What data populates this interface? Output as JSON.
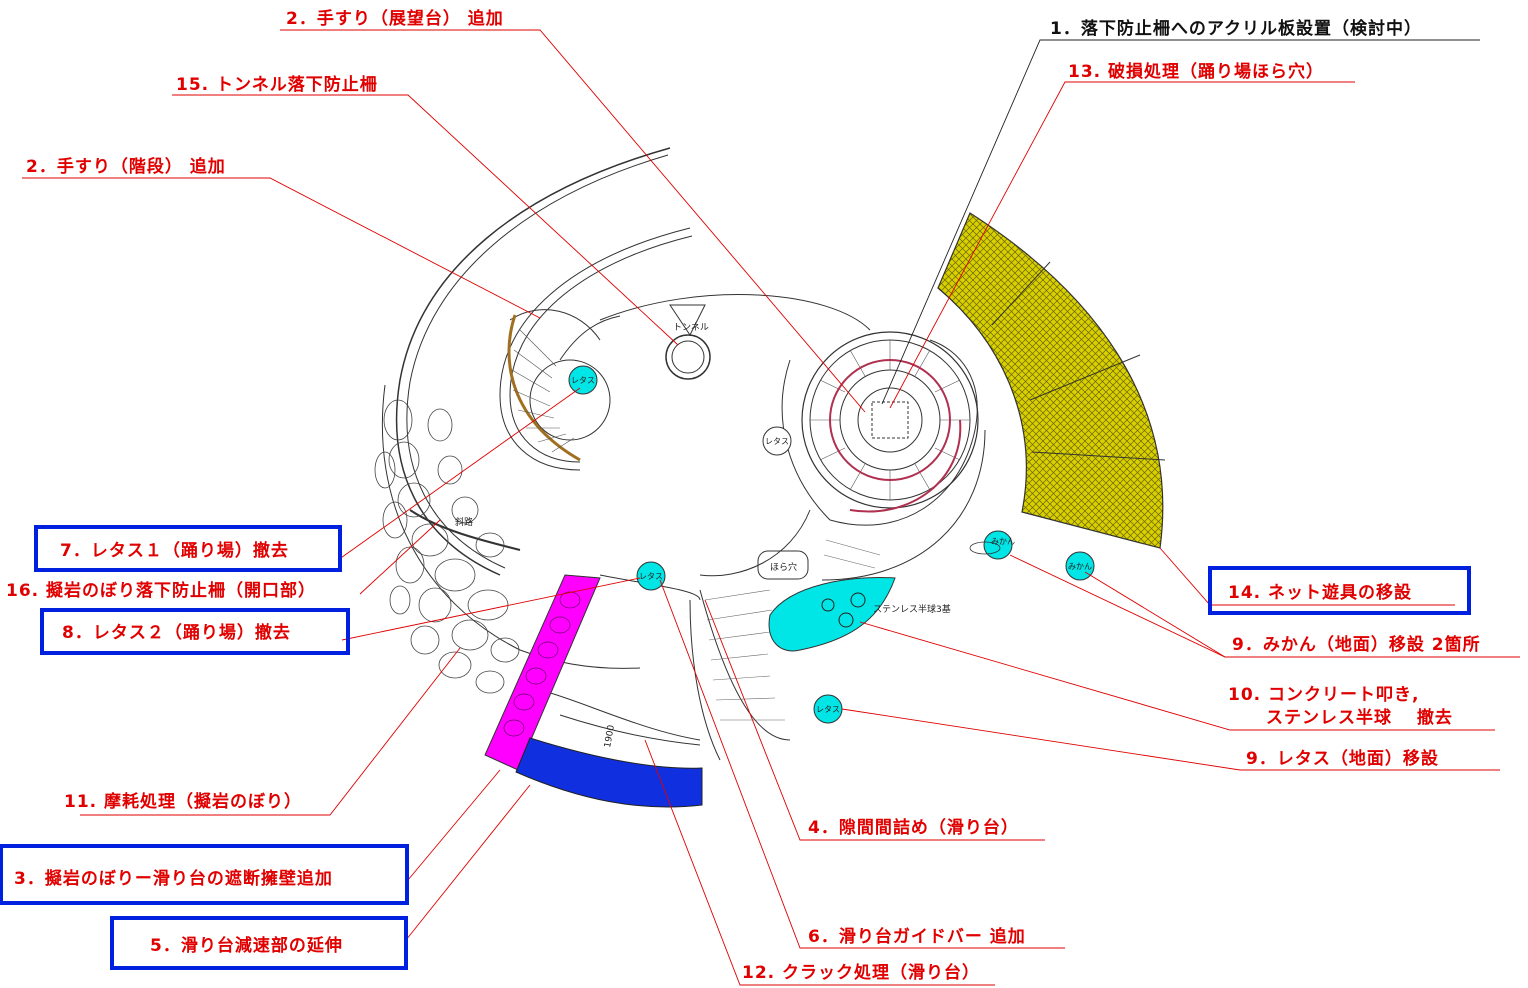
{
  "labels": {
    "l1": "1．落下防止柵へのアクリル板設置（検討中）",
    "l2a": "2．手すり（展望台） 追加",
    "l2b": "2．手すり（階段） 追加",
    "l3": "3．擬岩のぼりー滑り台の遮断擁壁追加",
    "l4": "4．隙間間詰め（滑り台）",
    "l5": "5．滑り台減速部の延伸",
    "l6": "6．滑り台ガイドバー 追加",
    "l7": "7．レタス１（踊り場）撤去",
    "l8": "8．レタス２（踊り場）撤去",
    "l9a": "9．みかん（地面）移設 2箇所",
    "l9b": "9．レタス（地面）移設",
    "l10a": "10. コンクリート叩き,",
    "l10b": "ステンレス半球　 撤去",
    "l11": "11. 摩耗処理（擬岩のぼり）",
    "l12": "12. クラック処理（滑り台）",
    "l13": "13. 破損処理（踊り場ほら穴）",
    "l14": "14. ネット遊具の移設",
    "l15": "15. トンネル落下防止柵",
    "l16": "16. 擬岩のぼり落下防止柵（開口部）"
  },
  "drawing": {
    "lettuce": "レタス",
    "mikan": "みかん",
    "tunnel": "トンネル",
    "cave": "ほら穴",
    "slope": "斜路",
    "hemisphere": "ステンレス半球3基",
    "dim": "1900"
  },
  "colors": {
    "leader": "#e00000",
    "highlight_box": "#0020e0",
    "net": "#d8d000",
    "pink": "#ff00ff",
    "blue_wall": "#1030e0",
    "cyan": "#00e5e5"
  }
}
